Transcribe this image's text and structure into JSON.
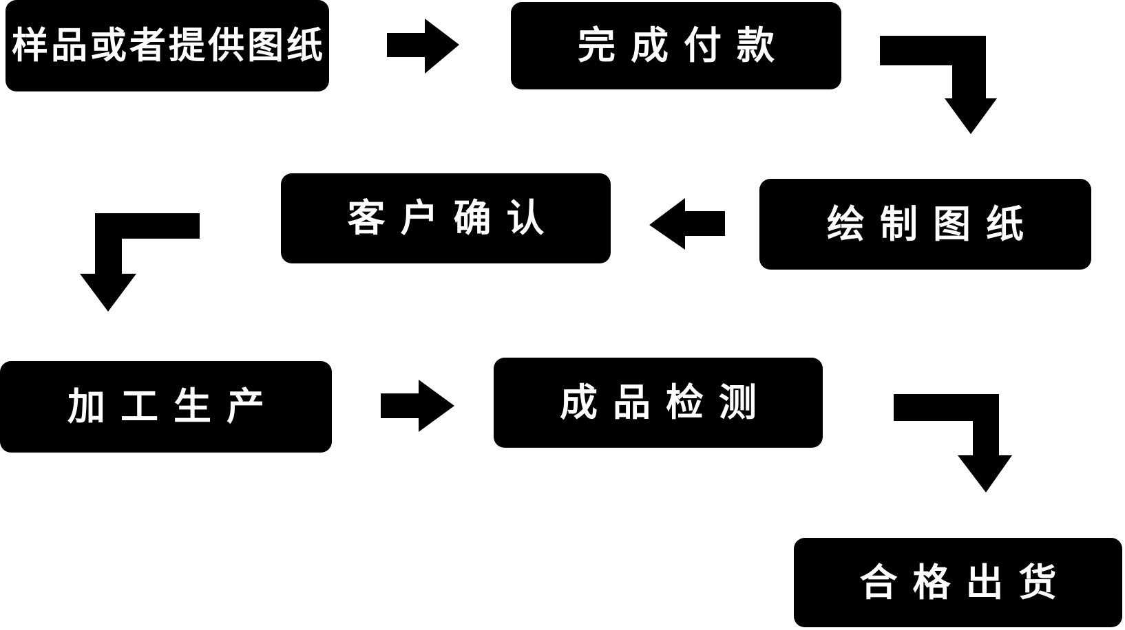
{
  "diagram": {
    "title": "",
    "type": "flowchart",
    "colors": {
      "background": "#ffffff",
      "node_fill": "#000000",
      "node_text": "#ffffff",
      "arrow": "#000000"
    },
    "nodes": [
      {
        "id": "sample",
        "label": "样品或者提供图纸"
      },
      {
        "id": "payment",
        "label": "完成付款"
      },
      {
        "id": "drawing",
        "label": "绘制图纸"
      },
      {
        "id": "confirm",
        "label": "客户确认"
      },
      {
        "id": "production",
        "label": "加工生产"
      },
      {
        "id": "inspection",
        "label": "成品检测"
      },
      {
        "id": "shipment",
        "label": "合格出货"
      }
    ],
    "edges": [
      {
        "from": "样品或者提供图纸",
        "to": "完成付款",
        "shape": "straight-right"
      },
      {
        "from": "完成付款",
        "to": "绘制图纸",
        "shape": "elbow-right-down"
      },
      {
        "from": "绘制图纸",
        "to": "客户确认",
        "shape": "straight-left"
      },
      {
        "from": "客户确认",
        "to": "加工生产",
        "shape": "elbow-left-down"
      },
      {
        "from": "加工生产",
        "to": "成品检测",
        "shape": "straight-right"
      },
      {
        "from": "成品检测",
        "to": "合格出货",
        "shape": "elbow-right-down"
      }
    ]
  }
}
